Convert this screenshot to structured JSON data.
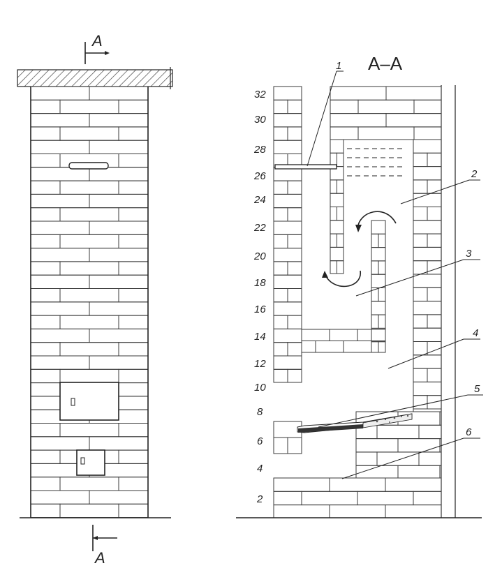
{
  "section_marks": {
    "top": "A",
    "bottom": "A"
  },
  "section_title": "A–A",
  "row_numbers": [
    "32",
    "30",
    "28",
    "26",
    "24",
    "22",
    "20",
    "18",
    "16",
    "14",
    "12",
    "10",
    "8",
    "6",
    "4",
    "2"
  ],
  "callouts": [
    "1",
    "2",
    "3",
    "4",
    "5",
    "6"
  ],
  "colors": {
    "ink": "#222222",
    "paper": "#ffffff",
    "hatch": "#444444",
    "grate": "#333333"
  }
}
